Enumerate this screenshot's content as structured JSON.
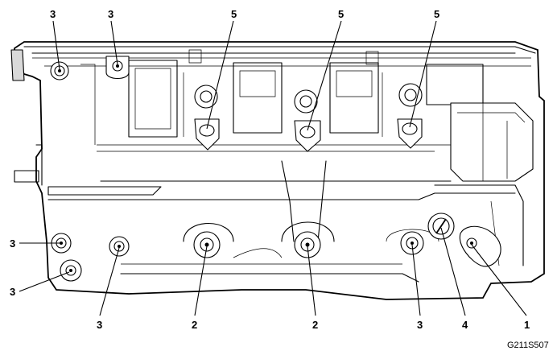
{
  "diagram": {
    "figure_id": "G211S507",
    "callouts": [
      {
        "id": "c3a",
        "label": "3"
      },
      {
        "id": "c3b",
        "label": "3"
      },
      {
        "id": "c5a",
        "label": "5"
      },
      {
        "id": "c5b",
        "label": "5"
      },
      {
        "id": "c5c",
        "label": "5"
      },
      {
        "id": "c3c",
        "label": "3"
      },
      {
        "id": "c3d",
        "label": "3"
      },
      {
        "id": "c3e",
        "label": "3"
      },
      {
        "id": "c2a",
        "label": "2"
      },
      {
        "id": "c2b",
        "label": "2"
      },
      {
        "id": "c3f",
        "label": "3"
      },
      {
        "id": "c4",
        "label": "4"
      },
      {
        "id": "c1",
        "label": "1"
      }
    ]
  }
}
